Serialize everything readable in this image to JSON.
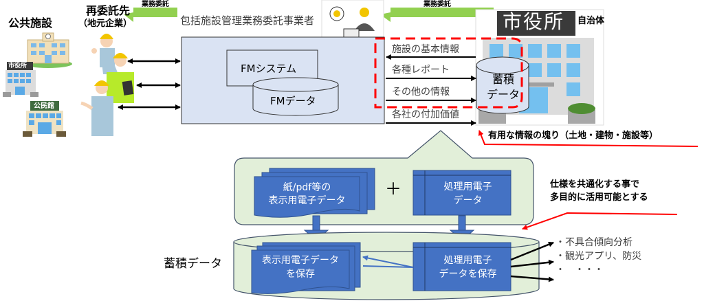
{
  "left": {
    "public_facilities_title": "公共施設",
    "subcontractor_title": "再委託先",
    "subcontractor_sub": "（地元企業）",
    "buildings": [
      {
        "icon": "school-building-icon",
        "sign": ""
      },
      {
        "icon": "city-hall-building-icon",
        "sign": "市役所"
      },
      {
        "icon": "community-center-building-icon",
        "sign": "公民館"
      }
    ],
    "workers": [
      "worker-thumbs-up-icon",
      "worker-tablet-icon",
      "worker-pointing-icon"
    ]
  },
  "top": {
    "outsource_label_left": "業務委託",
    "outsource_label_right": "業務委託",
    "contractor_label": "包括施設管理業務委託事業者",
    "operator_icon": "call-center-operator-icon"
  },
  "fm_box": {
    "system_label": "FMシステム",
    "data_label": "FMデータ"
  },
  "flows": [
    {
      "label": "施設の基本情報",
      "direction": "to-fm"
    },
    {
      "label": "各種レポート",
      "direction": "to-municipality"
    },
    {
      "label": "その他の情報",
      "direction": "to-municipality"
    },
    {
      "label": "各社の付加価値",
      "direction": "to-municipality"
    }
  ],
  "municipality": {
    "sign": "市役所",
    "label": "自治体",
    "storage_label_line1": "蓄積",
    "storage_label_line2": "データ"
  },
  "callouts": {
    "useful_info": "有用な情報の塊り（土地・建物・施設等）",
    "common_spec_line1": "仕様を共通化する事で",
    "common_spec_line2": "多目的に活用可能とする"
  },
  "detail": {
    "doc_line1": "紙/pdf等の",
    "doc_line2": "表示用電子データ",
    "plus": "＋",
    "proc_line1": "処理用電子",
    "proc_line2": "データ"
  },
  "storage": {
    "title": "蓄積データ",
    "display_save_line1": "表示用電子データ",
    "display_save_line2": "を保存",
    "proc_save_line1": "処理用電子",
    "proc_save_line2": "データを保存"
  },
  "uses": [
    "・不具合傾向分析",
    "・観光アプリ、防災",
    "・　・・・"
  ],
  "colors": {
    "fm_box_fill": "#dae3f3",
    "green_panel": "#e2efd9",
    "blue_shape": "#4472c4",
    "red_accent": "#ff0000",
    "green_arrow": "#92d050",
    "sign_dark": "#3a3a3a"
  }
}
